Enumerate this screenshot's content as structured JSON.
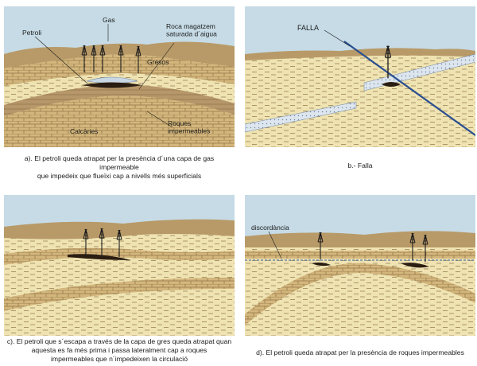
{
  "panel_a": {
    "labels": {
      "gas": "Gas",
      "petroli": "Petroli",
      "roca": "Roca magatzem\nsaturada d´aigua",
      "gresos": "Gresos",
      "calcaries": "Calcàries",
      "roques": "Roques\nimpermeables"
    },
    "caption": "a). El petroli queda atrapat per la presència d´una capa de gas impermeable\nque impedeix que flueïxi cap a nivells més superficials"
  },
  "panel_b": {
    "labels": {
      "falla": "FALLA"
    },
    "caption": "b.- Falla"
  },
  "panel_c": {
    "caption": "c). El petroli que s´escapa a través de la capa de gres queda atrapat quan\naquesta  es fa més prima i passa lateralment cap a roques\nimpermeables que n´impedeixen la circulació"
  },
  "panel_d": {
    "labels": {
      "discordancia": "discordància"
    },
    "caption": "d). El petroli queda atrapat per la presència de roques impermeables"
  },
  "colors": {
    "sky": "#c6dbe6",
    "surface": "#b89a68",
    "sandstone": "#efe3b2",
    "limestone": "#d3b67c",
    "shale": "#a98a5e",
    "oil": "#2a1d12",
    "gas": "#c9d7e4",
    "fault": "#2a4f8f"
  }
}
